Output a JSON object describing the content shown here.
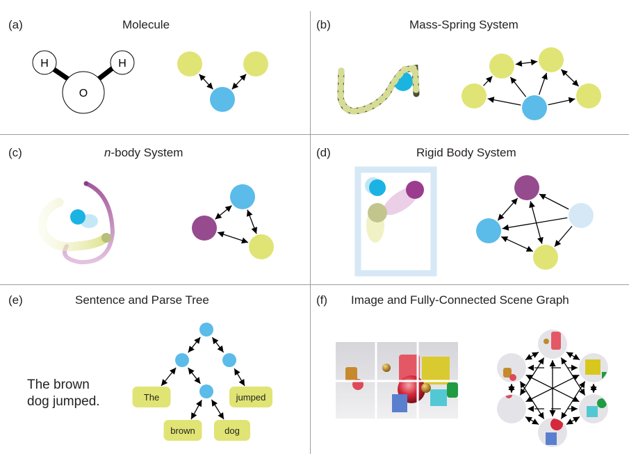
{
  "colors": {
    "blue": "#5bbbe9",
    "yellow": "#e0e474",
    "purple": "#964b8e",
    "pale_blue": "#d6e8f5",
    "divider": "#9d9d9d",
    "text": "#231f20"
  },
  "panels": [
    {
      "id": "a",
      "label": "(a)",
      "title": "Molecule",
      "atoms": [
        {
          "symbol": "H"
        },
        {
          "symbol": "O"
        },
        {
          "symbol": "H"
        }
      ],
      "graph": {
        "nodes": [
          "yellow",
          "yellow",
          "blue"
        ],
        "edges": [
          [
            0,
            2,
            "bi"
          ],
          [
            1,
            2,
            "bi"
          ]
        ]
      }
    },
    {
      "id": "b",
      "label": "(b)",
      "title": "Mass-Spring System",
      "graph": {
        "nodes": [
          "yellow",
          "yellow",
          "yellow",
          "yellow",
          "blue"
        ],
        "edges": [
          [
            4,
            0,
            "uni"
          ],
          [
            4,
            1,
            "uni"
          ],
          [
            4,
            2,
            "uni"
          ],
          [
            4,
            3,
            "uni"
          ],
          [
            0,
            1,
            "uni"
          ],
          [
            1,
            2,
            "bi"
          ],
          [
            2,
            3,
            "bi"
          ]
        ]
      }
    },
    {
      "id": "c",
      "label": "(c)",
      "title_italic": "n",
      "title": "-body System",
      "graph": {
        "nodes": [
          "blue",
          "purple",
          "yellow"
        ],
        "edges": [
          [
            0,
            1,
            "bi"
          ],
          [
            0,
            2,
            "bi"
          ],
          [
            1,
            2,
            "bi"
          ]
        ]
      }
    },
    {
      "id": "d",
      "label": "(d)",
      "title": "Rigid Body System",
      "graph": {
        "nodes": [
          "purple",
          "pale_blue",
          "blue",
          "yellow"
        ],
        "edges": [
          [
            1,
            0,
            "uni"
          ],
          [
            1,
            2,
            "uni"
          ],
          [
            1,
            3,
            "uni"
          ],
          [
            0,
            2,
            "bi"
          ],
          [
            0,
            3,
            "bi"
          ],
          [
            2,
            3,
            "bi"
          ]
        ]
      }
    },
    {
      "id": "e",
      "label": "(e)",
      "title": "Sentence and Parse Tree",
      "sentence_line1": "The brown",
      "sentence_line2": "dog jumped.",
      "words": [
        "The",
        "jumped",
        "brown",
        "dog"
      ]
    },
    {
      "id": "f",
      "label": "(f)",
      "title": "Image and Fully-Connected Scene Graph",
      "scene_nodes": [
        "gold sphere and red cylinder",
        "yellow cube",
        "cyan cube and green cylinder",
        "blue cube and red sphere",
        "empty floor",
        "brown cylinder and red ball"
      ]
    }
  ]
}
